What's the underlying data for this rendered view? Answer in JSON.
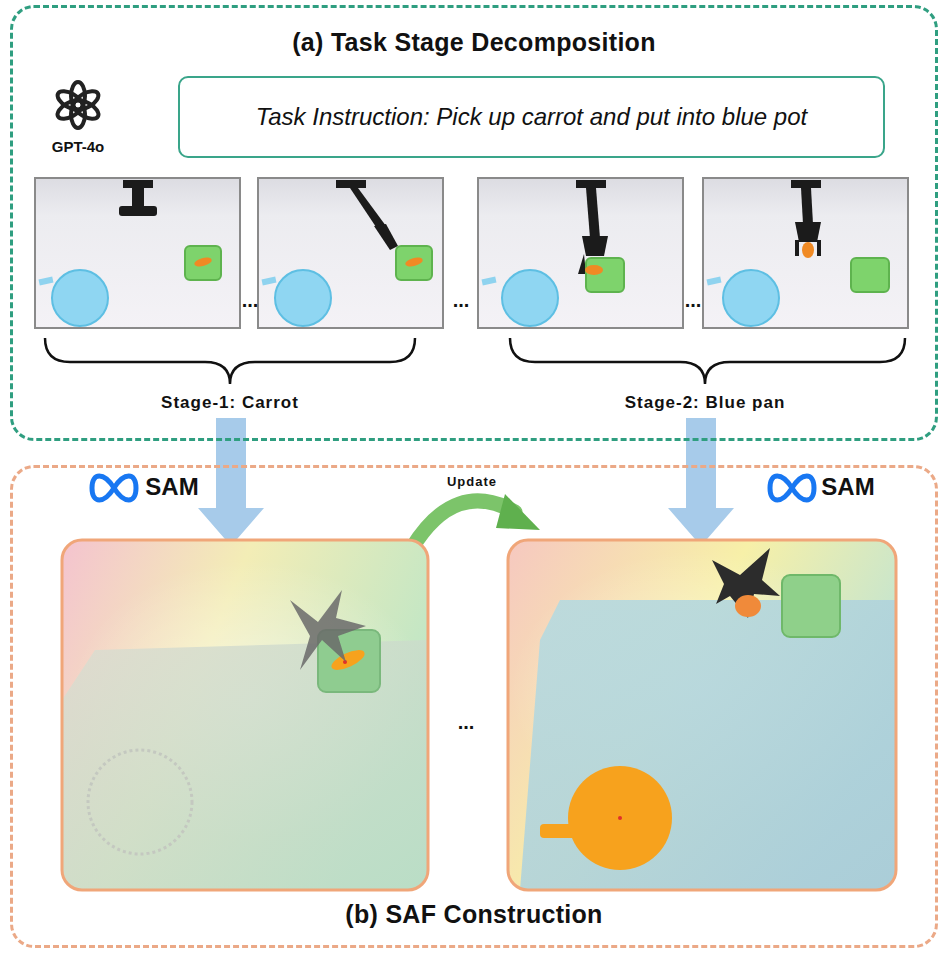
{
  "diagram": {
    "nodes": [
      {
        "text": [
          "(a) Task Stage Decomposition"
        ]
      },
      {
        "text": [
          "Task Instruction: Pick up carrot and put into blue pot"
        ],
        "in": 0
      },
      {
        "text": [
          "(b) SAF Construction"
        ]
      }
    ],
    "labels": [
      "GPT-4o",
      "...",
      "...",
      "...",
      "Stage-1: Carrot",
      "Stage-2: Blue pan",
      "SAM",
      "Update",
      "SAM",
      "..."
    ]
  }
}
